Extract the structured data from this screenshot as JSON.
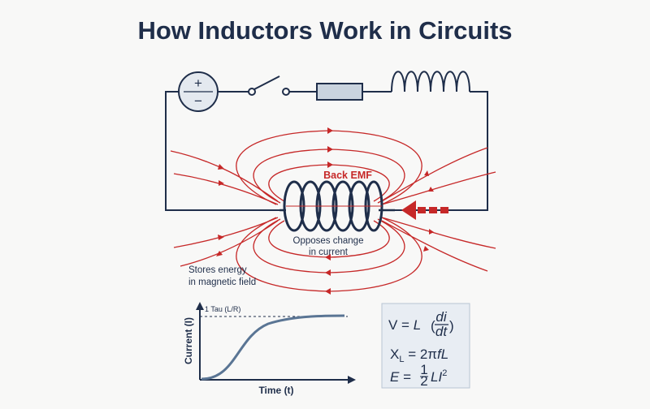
{
  "title": "How Inductors Work in Circuits",
  "battery": {
    "plus": "+",
    "minus": "−"
  },
  "labels": {
    "back_emf": "Back EMF",
    "opposes_1": "Opposes change",
    "opposes_2": "in current",
    "stores_1": "Stores energy",
    "stores_2": "in magnetic field"
  },
  "graph": {
    "y_label": "Current (I)",
    "x_label": "Time (t)",
    "tau_label": "1 Tau (L/R)"
  },
  "equations": {
    "eq1_lhs": "V = ",
    "eq1_L": "L",
    "eq1_num": "di",
    "eq1_den": "dt",
    "eq2_X": "X",
    "eq2_sub": "L",
    "eq2_rhs_a": " = 2π",
    "eq2_rhs_b": "fL",
    "eq3_E": "E",
    "eq3_eq": " = ",
    "eq3_num": "1",
    "eq3_den": "2",
    "eq3_LI": "LI",
    "eq3_sup": "2"
  },
  "colors": {
    "wire": "#1f2e4a",
    "field": "#c62828",
    "resistor": "#c9d3de",
    "curve": "#5a7594"
  }
}
